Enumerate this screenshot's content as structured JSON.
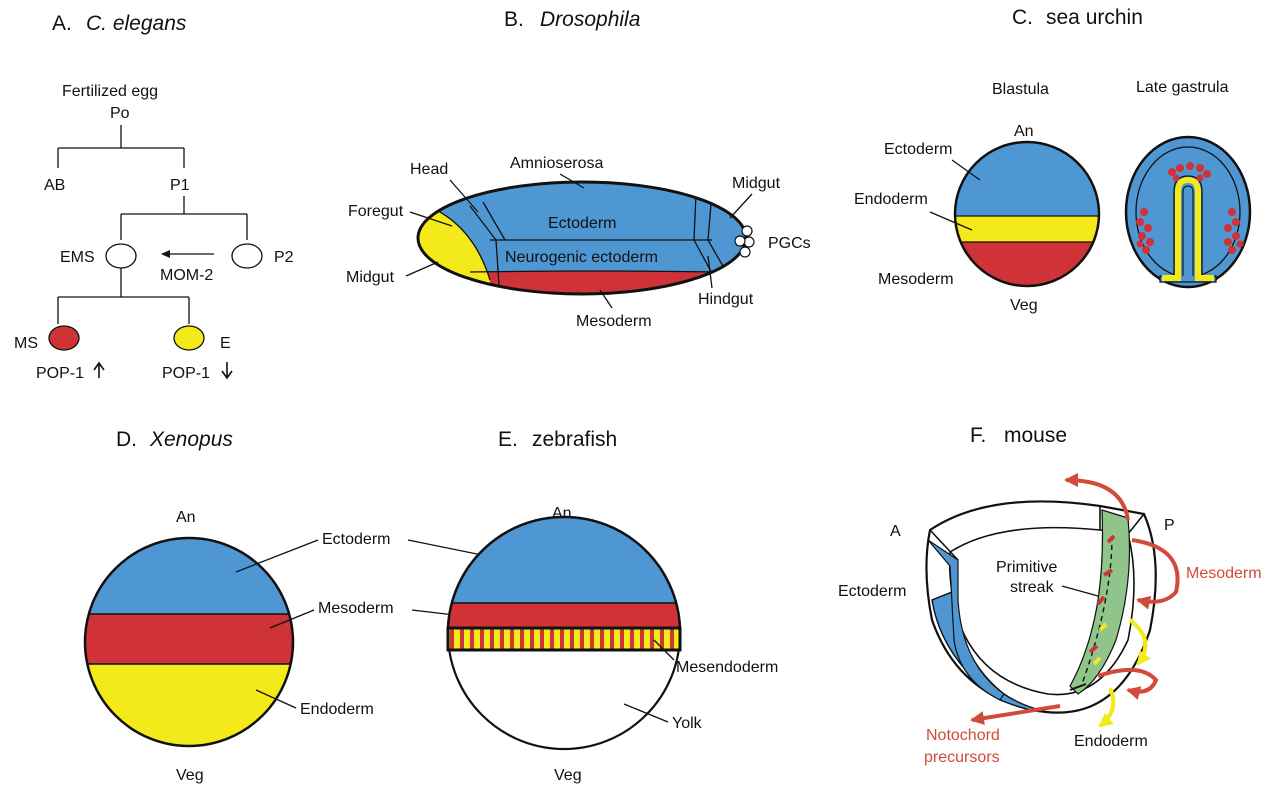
{
  "colors": {
    "ectoderm": "#4f97d3",
    "mesoderm": "#cf3237",
    "endoderm": "#f4ea1a",
    "primitive_streak": "#8fc58a",
    "arrow_red": "#d24a3a",
    "outline": "#111111"
  },
  "panel_a": {
    "letter": "A.",
    "organism": "C. elegans",
    "fertilized_egg": "Fertilized egg",
    "po": "Po",
    "ab": "AB",
    "p1": "P1",
    "ems": "EMS",
    "p2": "P2",
    "mom2": "MOM-2",
    "ms": "MS",
    "e": "E",
    "pop1_up": "POP-1",
    "pop1_down": "POP-1"
  },
  "panel_b": {
    "letter": "B.",
    "organism": "Drosophila",
    "head": "Head",
    "amnioserosa": "Amnioserosa",
    "midgut_right": "Midgut",
    "foregut": "Foregut",
    "ectoderm": "Ectoderm",
    "pgcs": "PGCs",
    "neurogenic": "Neurogenic ectoderm",
    "midgut_left": "Midgut",
    "hindgut": "Hindgut",
    "mesoderm": "Mesoderm"
  },
  "panel_c": {
    "letter": "C.",
    "organism": "sea urchin",
    "blastula": "Blastula",
    "late_gastrula": "Late gastrula",
    "an": "An",
    "ectoderm": "Ectoderm",
    "endoderm": "Endoderm",
    "mesoderm": "Mesoderm",
    "veg": "Veg"
  },
  "panel_d": {
    "letter": "D.",
    "organism": "Xenopus",
    "an": "An",
    "ectoderm": "Ectoderm",
    "mesoderm": "Mesoderm",
    "endoderm": "Endoderm",
    "veg": "Veg"
  },
  "panel_e": {
    "letter": "E.",
    "organism": "zebrafish",
    "an": "An",
    "mesendoderm": "Mesendoderm",
    "yolk": "Yolk",
    "veg": "Veg"
  },
  "panel_f": {
    "letter": "F.",
    "organism": "mouse",
    "a": "A",
    "p": "P",
    "primitive": "Primitive",
    "streak": "streak",
    "mesoderm": "Mesoderm",
    "ectoderm": "Ectoderm",
    "notochord": "Notochord",
    "precursors": "precursors",
    "endoderm": "Endoderm"
  }
}
